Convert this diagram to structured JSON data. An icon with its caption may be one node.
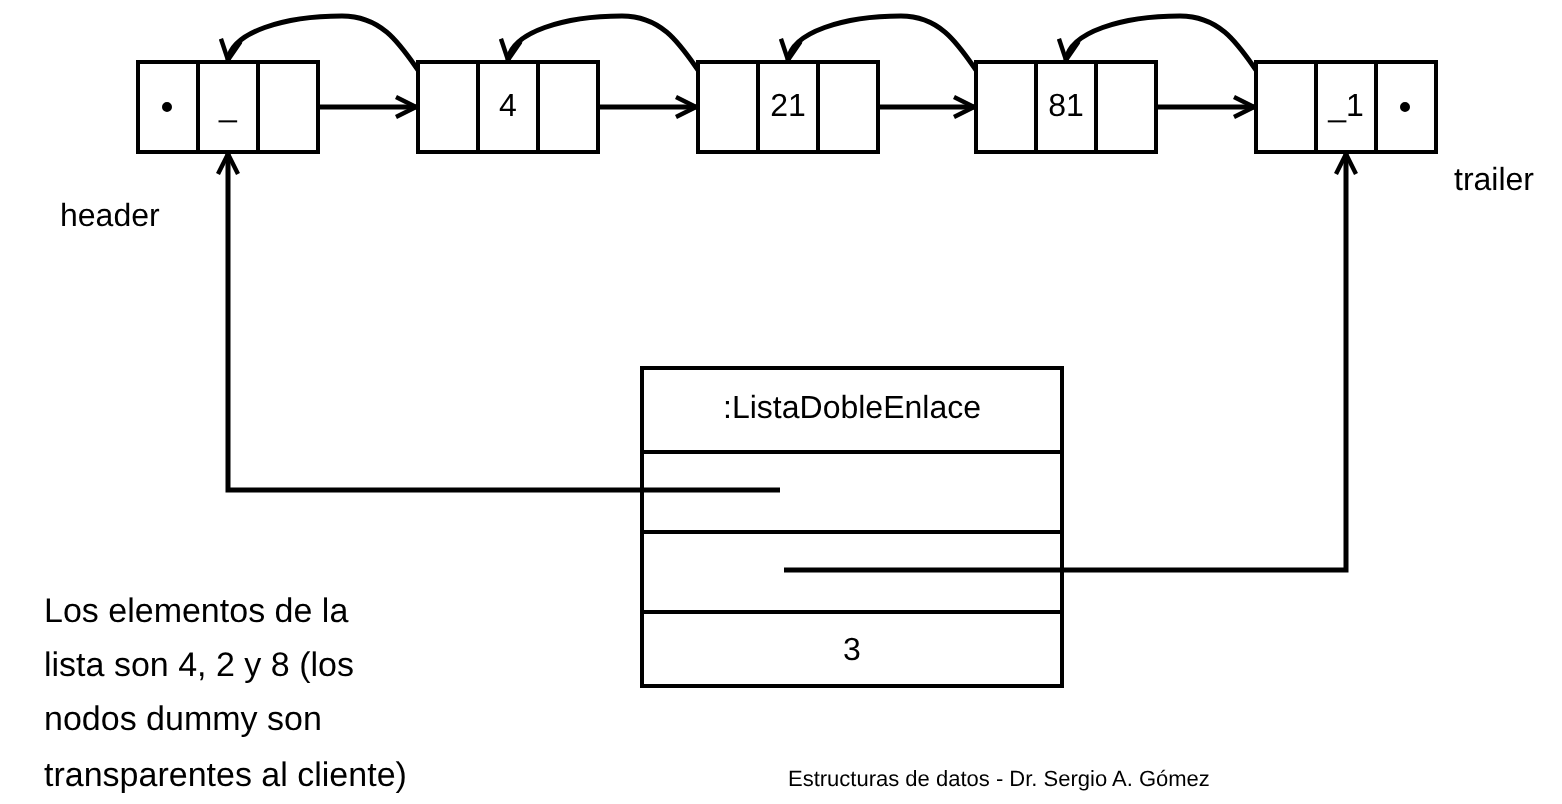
{
  "diagram": {
    "caption": "Estructuras de datos - Dr. Sergio A. Gómez",
    "nodes": [
      {
        "text": [
          "_"
        ]
      },
      {
        "text": [
          "4"
        ]
      },
      {
        "text": [
          "21"
        ]
      },
      {
        "text": [
          "81"
        ]
      },
      {
        "text": [
          "_1"
        ]
      },
      {
        "text": [
          ":ListaDobleEnlace"
        ]
      },
      {
        "text": [],
        "shape": "box",
        "in": 5
      },
      {
        "text": [],
        "shape": "box",
        "in": 5
      },
      {
        "text": [
          "3"
        ],
        "in": 5
      }
    ],
    "edges": [
      {
        "from": 0,
        "to": 1,
        "arrow": "to"
      },
      {
        "from": 1,
        "to": 2,
        "arrow": "to"
      },
      {
        "from": 2,
        "to": 3,
        "arrow": "to"
      },
      {
        "from": 3,
        "to": 4,
        "arrow": "to"
      },
      {
        "from": 1,
        "to": 0,
        "arrow": "to"
      },
      {
        "from": 2,
        "to": 1,
        "arrow": "to"
      },
      {
        "from": 3,
        "to": 2,
        "arrow": "to"
      },
      {
        "from": 4,
        "to": 3,
        "arrow": "to"
      },
      {
        "from": 6,
        "to": 0,
        "arrow": "to"
      },
      {
        "from": 7,
        "to": 4,
        "arrow": "to"
      }
    ],
    "labels": [
      "header",
      "trailer",
      "Los elementos de la lista son 4, 2 y 8 (los nodos dummy son transparentes al cliente)"
    ]
  }
}
